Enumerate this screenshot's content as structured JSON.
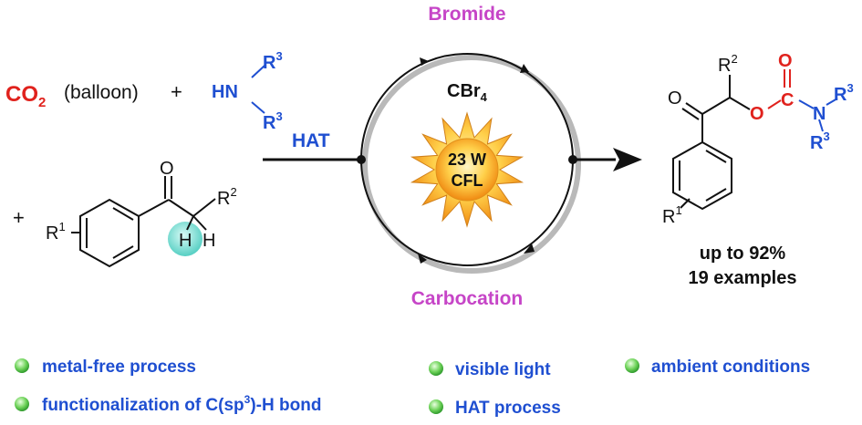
{
  "colors": {
    "red": "#e0221d",
    "blue": "#1f4fd1",
    "magenta": "#c645c7",
    "black": "#111111",
    "green": "#4fc24f",
    "highlight": "#7fe0d6",
    "sun": "#f6a81f"
  },
  "reactants": {
    "co2_main": "CO",
    "co2_sub": "2",
    "balloon": "(balloon)",
    "plus1": "+",
    "plus2": "+",
    "amine_r": "R",
    "amine_sup": "3",
    "amine_hn": "HN",
    "ketone_o": "O",
    "ketone_r": "R",
    "ketone_r_sup": "2",
    "ring_r": "R",
    "ring_r_sup": "1",
    "h_highlight": "H",
    "h_plain": "H"
  },
  "cycle": {
    "top_label": "Bromide",
    "bottom_label": "Carbocation",
    "hat_label": "HAT",
    "catalyst_main": "CBr",
    "catalyst_sub": "4",
    "lamp_line1": "23 W",
    "lamp_line2": "CFL"
  },
  "product": {
    "r2": "R",
    "r2_sup": "2",
    "o_ketone": "O",
    "o_ester": "O",
    "o_carbonyl": "O",
    "c_atom": "C",
    "n_atom": "N",
    "r3a": "R",
    "r3a_sup": "3",
    "r3b": "R",
    "r3b_sup": "3",
    "r1": "R",
    "r1_sup": "1",
    "yield": "up to 92%",
    "examples": "19 examples"
  },
  "features": [
    "metal-free process",
    "functionalization of C(sp",
    "3",
    ")-H bond",
    "visible light",
    "HAT process",
    "ambient conditions"
  ]
}
